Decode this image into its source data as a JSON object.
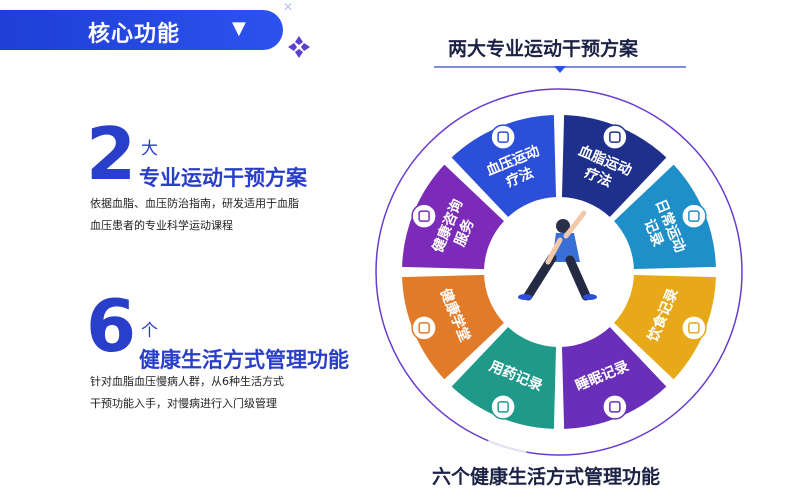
{
  "header": {
    "title": "核心功能",
    "chevron_icon": "chevron-down-icon"
  },
  "stat1": {
    "number": "2",
    "unit": "大",
    "label": "专业运动干预方案",
    "desc_lines": [
      "依据血脂、血压防治指南，研发适用于血脂",
      "血压患者的专业科学运动课程"
    ]
  },
  "stat2": {
    "number": "6",
    "unit": "个",
    "label": "健康生活方式管理功能",
    "desc_lines": [
      "针对血脂血压慢病人群，从6种生活方式",
      "干预功能入手，对慢病进行入门级管理"
    ]
  },
  "ring": {
    "top_title": "两大专业运动干预方案",
    "bottom_title": "六个健康生活方式管理功能",
    "segments": [
      {
        "lines": [
          "血压运动",
          "疗法"
        ],
        "icon": "heart-monitor-icon",
        "color": "#2b4fd8"
      },
      {
        "lines": [
          "血脂运动",
          "疗法"
        ],
        "icon": "blood-cell-icon",
        "color": "#1e2f8c"
      },
      {
        "lines": [
          "日常运动",
          "记录"
        ],
        "icon": "document-plus-icon",
        "color": "#1e8fc9"
      },
      {
        "lines": [
          "饮食记录"
        ],
        "icon": "apple-icon",
        "color": "#e7a91a"
      },
      {
        "lines": [
          "睡眠记录"
        ],
        "icon": "bed-icon",
        "color": "#6a2fb8"
      },
      {
        "lines": [
          "用药记录"
        ],
        "icon": "pill-icon",
        "color": "#1f9a8a"
      },
      {
        "lines": [
          "健康学堂"
        ],
        "icon": "house-cross-icon",
        "color": "#e07b2a"
      },
      {
        "lines": [
          "健康咨询",
          "服务"
        ],
        "icon": "chat-cross-icon",
        "color": "#7b2bb8"
      }
    ]
  },
  "colors": {
    "brand_blue": "#2a3fc9",
    "header_blue": "#1f3fd6",
    "ring_line": "#6a3ad0"
  }
}
